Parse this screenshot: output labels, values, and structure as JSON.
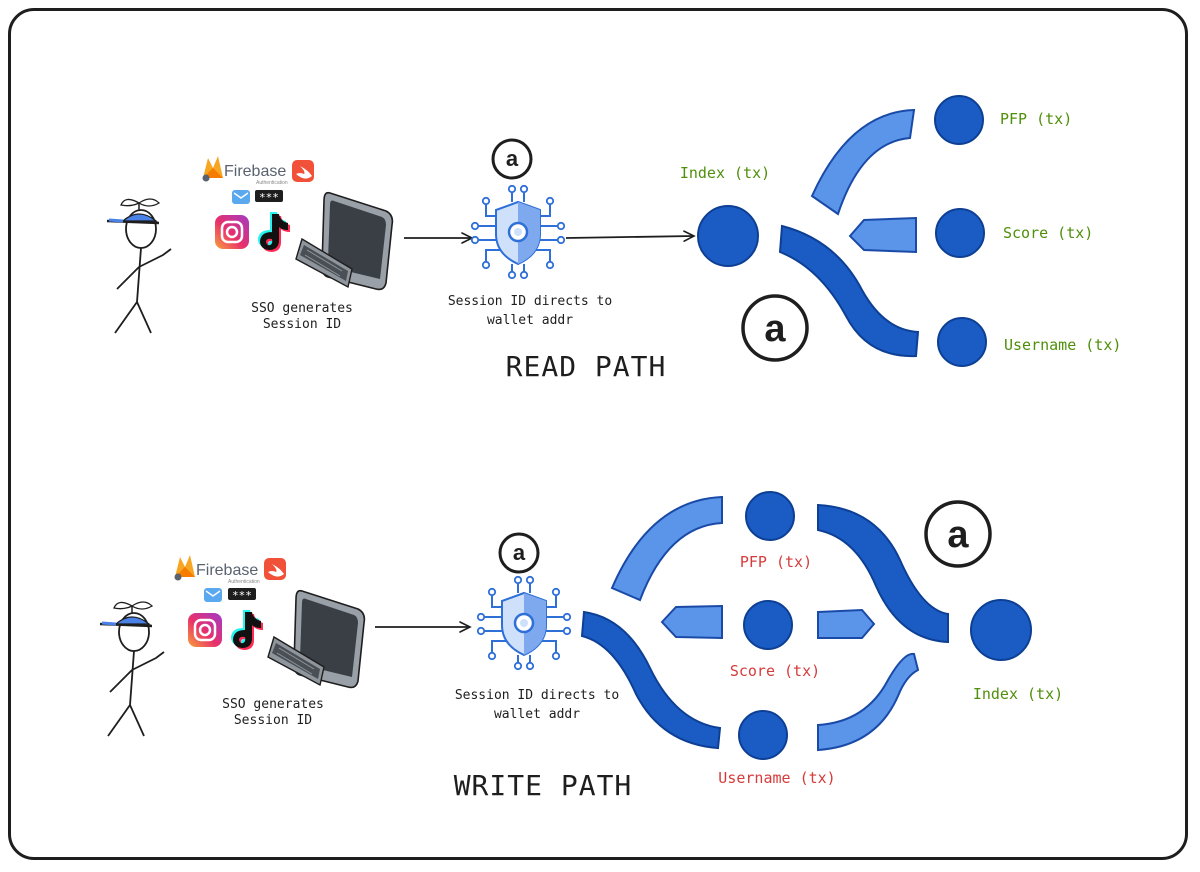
{
  "read_path": {
    "title": "READ PATH",
    "firebase_label": "Firebase",
    "firebase_sub": "Authentication",
    "password_dots": "***",
    "sso_note_line1": "SSO generates",
    "sso_note_line2": "Session ID",
    "session_note_line1": "Session ID directs to",
    "session_note_line2": "wallet addr",
    "arweave_glyph": "a",
    "index_label": "Index (tx)",
    "pfp_label": "PFP (tx)",
    "score_label": "Score (tx)",
    "username_label": "Username (tx)"
  },
  "write_path": {
    "title": "WRITE PATH",
    "firebase_label": "Firebase",
    "firebase_sub": "Authentication",
    "password_dots": "***",
    "sso_note_line1": "SSO generates",
    "sso_note_line2": "Session ID",
    "session_note_line1": "Session ID directs to",
    "session_note_line2": "wallet addr",
    "arweave_glyph": "a",
    "pfp_label": "PFP (tx)",
    "score_label": "Score (tx)",
    "username_label": "Username (tx)",
    "index_label": "Index (tx)"
  },
  "colors": {
    "node_blue": "#1a5cc4",
    "flow_dark": "#1a5cc4",
    "flow_light": "#5b95ea",
    "label_green": "#4f8f0a",
    "label_red": "#d63b3b",
    "stroke": "#1e1e1e"
  },
  "icons": [
    "stick-figure-icon",
    "firebase-icon",
    "swift-icon",
    "mail-icon",
    "password-icon",
    "instagram-icon",
    "tiktok-icon",
    "computer-icon",
    "shield-chip-icon",
    "arweave-icon",
    "arrow-icon"
  ]
}
